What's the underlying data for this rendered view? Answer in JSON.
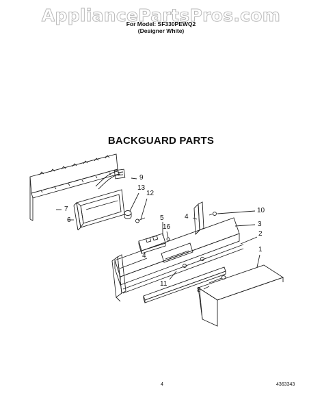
{
  "watermark": "AppliancePartsPros.com",
  "header": {
    "model_line": "For Model: SF330PEWQ2",
    "variant_line": "(Designer White)"
  },
  "title": "BACKGUARD PARTS",
  "callouts": [
    "9",
    "13",
    "12",
    "7",
    "6",
    "5",
    "16",
    "4",
    "10",
    "3",
    "2",
    "4",
    "1",
    "11",
    "8"
  ],
  "footer": {
    "page_number": "4",
    "doc_number": "4363343"
  }
}
